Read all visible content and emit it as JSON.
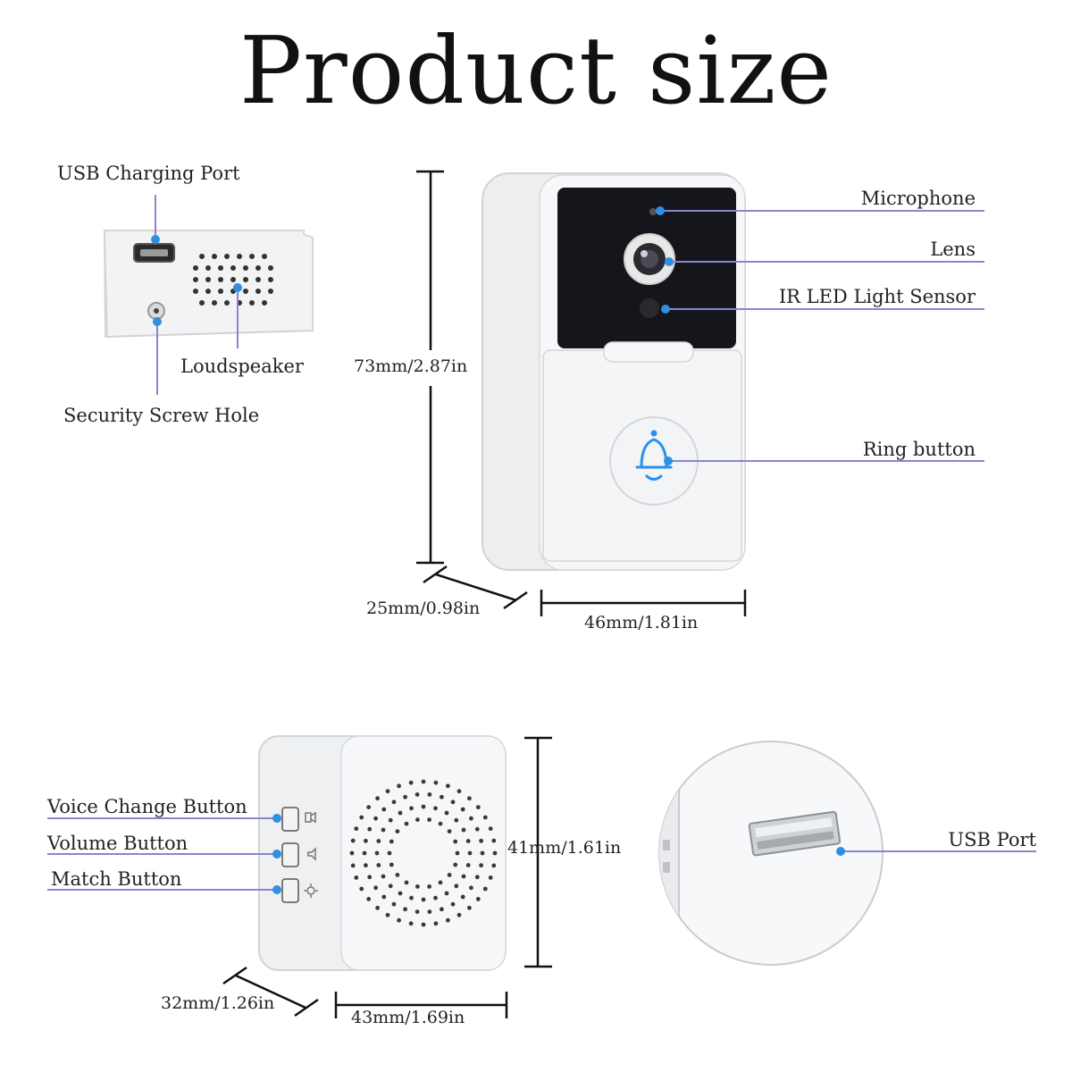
{
  "title": "Product size",
  "doorbell_side": {
    "usb_charging_port": "USB Charging Port",
    "loudspeaker": "Loudspeaker",
    "security_screw_hole": "Security Screw Hole"
  },
  "doorbell_front": {
    "microphone": "Microphone",
    "lens": "Lens",
    "ir_led": "IR LED Light Sensor",
    "ring_button": "Ring button",
    "height": "73mm/2.87in",
    "depth": "25mm/0.98in",
    "width": "46mm/1.81in"
  },
  "chime": {
    "voice_change": "Voice Change Button",
    "volume": "Volume Button",
    "match": "Match Button",
    "height": "41mm/1.61in",
    "depth": "32mm/1.26in",
    "width": "43mm/1.69in"
  },
  "usb_detail": {
    "usb_port": "USB Port"
  },
  "colors": {
    "leader_line": "#8b84d0",
    "callout_dot": "#2f8fe0",
    "ring_icon": "#2a8ff0",
    "camera_panel": "#15151c"
  }
}
